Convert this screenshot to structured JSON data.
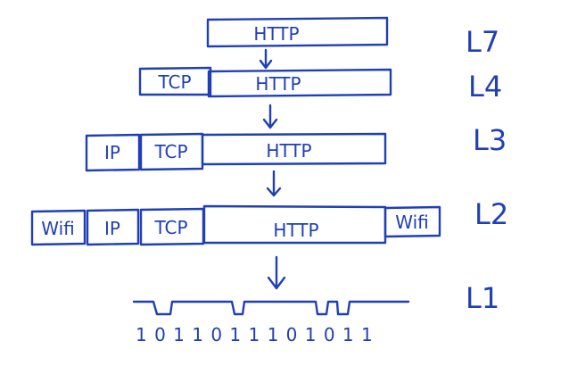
{
  "colors": {
    "ink": "#1f3fb7",
    "background": "#ffffff"
  },
  "layers": {
    "l7": {
      "name": "L7",
      "segments": {
        "http": "HTTP"
      }
    },
    "l4": {
      "name": "L4",
      "segments": {
        "tcp": "TCP",
        "http": "HTTP"
      }
    },
    "l3": {
      "name": "L3",
      "segments": {
        "ip": "IP",
        "tcp": "TCP",
        "http": "HTTP"
      }
    },
    "l2": {
      "name": "L2",
      "segments": {
        "wifi_head": "Wifi",
        "ip": "IP",
        "tcp": "TCP",
        "http": "HTTP",
        "wifi_tail": "Wifi"
      }
    },
    "l1": {
      "name": "L1",
      "bits": "1 0 1 1   0   1 1 1   0 1 0   1 1"
    }
  }
}
